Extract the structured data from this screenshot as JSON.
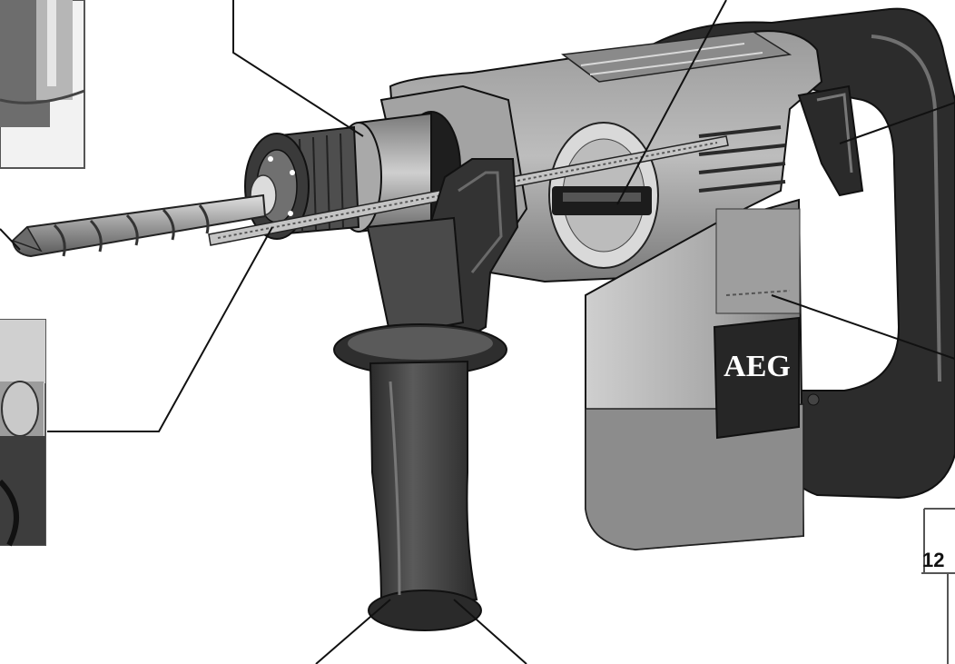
{
  "brand": {
    "logo_text": "AEG"
  },
  "page_box": {
    "number_text": "12"
  },
  "colors": {
    "body_dark": "#5c5c5c",
    "body_mid": "#8a8a8a",
    "body_light": "#b9b9b9",
    "handle": "#3a3a3a",
    "outline": "#111111",
    "callout_line": "#111111"
  },
  "callouts": [
    {
      "id": "callout-chuck-sleeve"
    },
    {
      "id": "callout-mode-selector"
    },
    {
      "id": "callout-trigger-switch"
    },
    {
      "id": "callout-motor-housing"
    },
    {
      "id": "callout-depth-gauge"
    },
    {
      "id": "callout-drill-bit"
    },
    {
      "id": "callout-handle-left"
    },
    {
      "id": "callout-handle-right"
    }
  ]
}
